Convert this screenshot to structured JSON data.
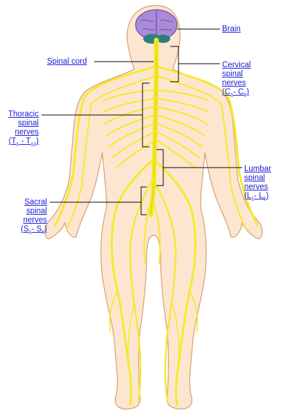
{
  "labels": {
    "brain": "Brain",
    "spinal_cord": "Spinal cord",
    "cervical": {
      "l1": "Cervical",
      "l2": "spinal",
      "l3": "nerves",
      "range_a": "C",
      "sub_a": "1",
      "dash": "- ",
      "range_b": "C",
      "sub_b": "8"
    },
    "thoracic": {
      "l1": "Thoracic",
      "l2": "spinal",
      "l3": "nerves",
      "range_a": "T",
      "sub_a": "1",
      "dash": " - ",
      "range_b": "T",
      "sub_b": "12"
    },
    "lumbar": {
      "l1": "Lumbar",
      "l2": "spinal",
      "l3": "nerves",
      "range_a": "L",
      "sub_a": "1",
      "dash": "- ",
      "range_b": "L",
      "sub_b": "5"
    },
    "sacral": {
      "l1": "Sacral",
      "l2": "spinal",
      "l3": "nerves",
      "range_a": "S",
      "sub_a": "1",
      "dash": "- ",
      "range_b": "S",
      "sub_b": "5"
    }
  },
  "colors": {
    "skin": "#fde6d0",
    "skin_outline": "#d9a77f",
    "nerve": "#f4ea2a",
    "nerve_outline": "#c9b400",
    "brain": "#a98ad8",
    "cerebellum": "#2d7f7a",
    "link": "#1a1ad6",
    "leader": "#000000"
  }
}
